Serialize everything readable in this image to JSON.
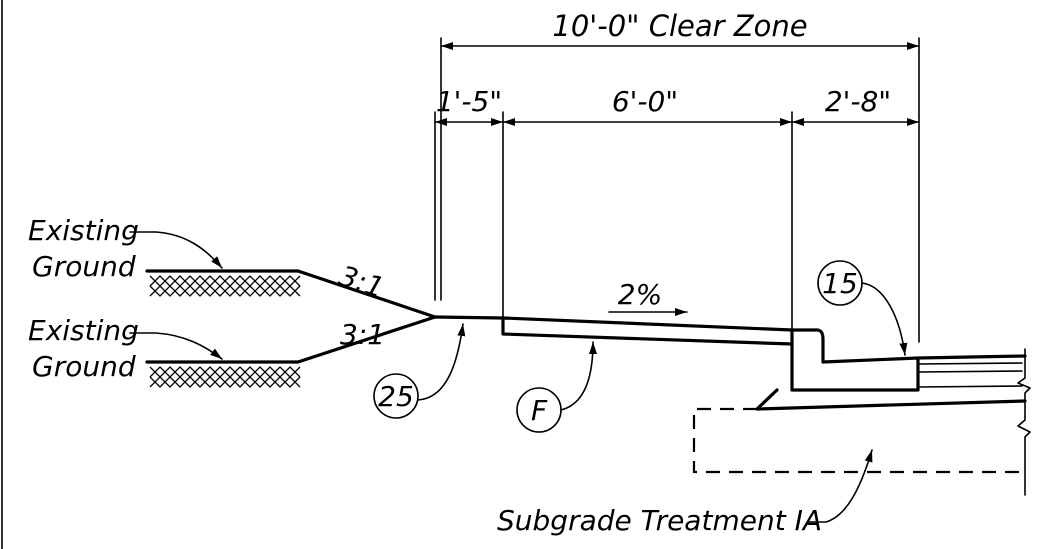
{
  "dimensions": {
    "clear_zone": "10'-0\" Clear Zone",
    "left_offset": "1'-5\"",
    "sidewalk_width": "6'-0\"",
    "curb_offset": "2'-8\""
  },
  "labels": {
    "ground_upper": [
      "Existing",
      "Ground"
    ],
    "ground_lower": [
      "Existing",
      "Ground"
    ],
    "slope_upper": "3:1",
    "slope_lower": "3:1",
    "cross_slope": "2%",
    "subgrade": "Subgrade Treatment IA"
  },
  "callouts": {
    "c25": "25",
    "cF": "F",
    "c15": "15"
  }
}
